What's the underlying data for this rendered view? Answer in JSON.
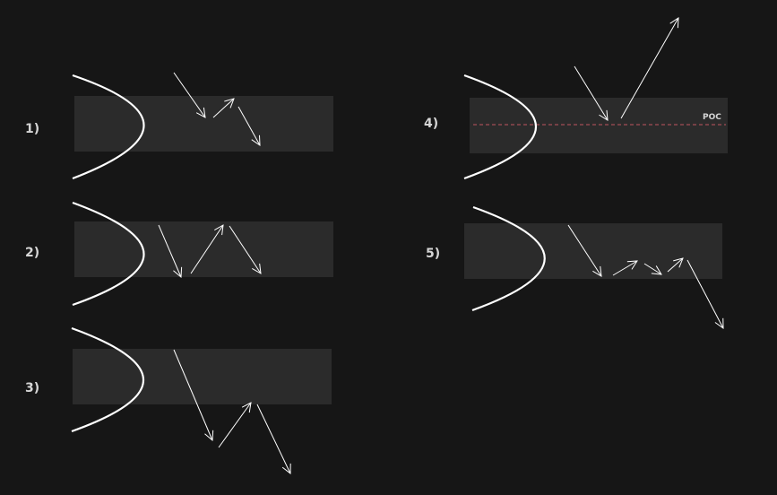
{
  "labels": {
    "p1": "1)",
    "p2": "2)",
    "p3": "3)",
    "p4": "4)",
    "p5": "5)"
  },
  "poc_label": "POC",
  "colors": {
    "background": "#161616",
    "band": "#2b2b2b",
    "curve": "#ffffff",
    "arrow": "#ffffff",
    "poc_line": "#c0555f",
    "label": "#d6d6d6"
  }
}
